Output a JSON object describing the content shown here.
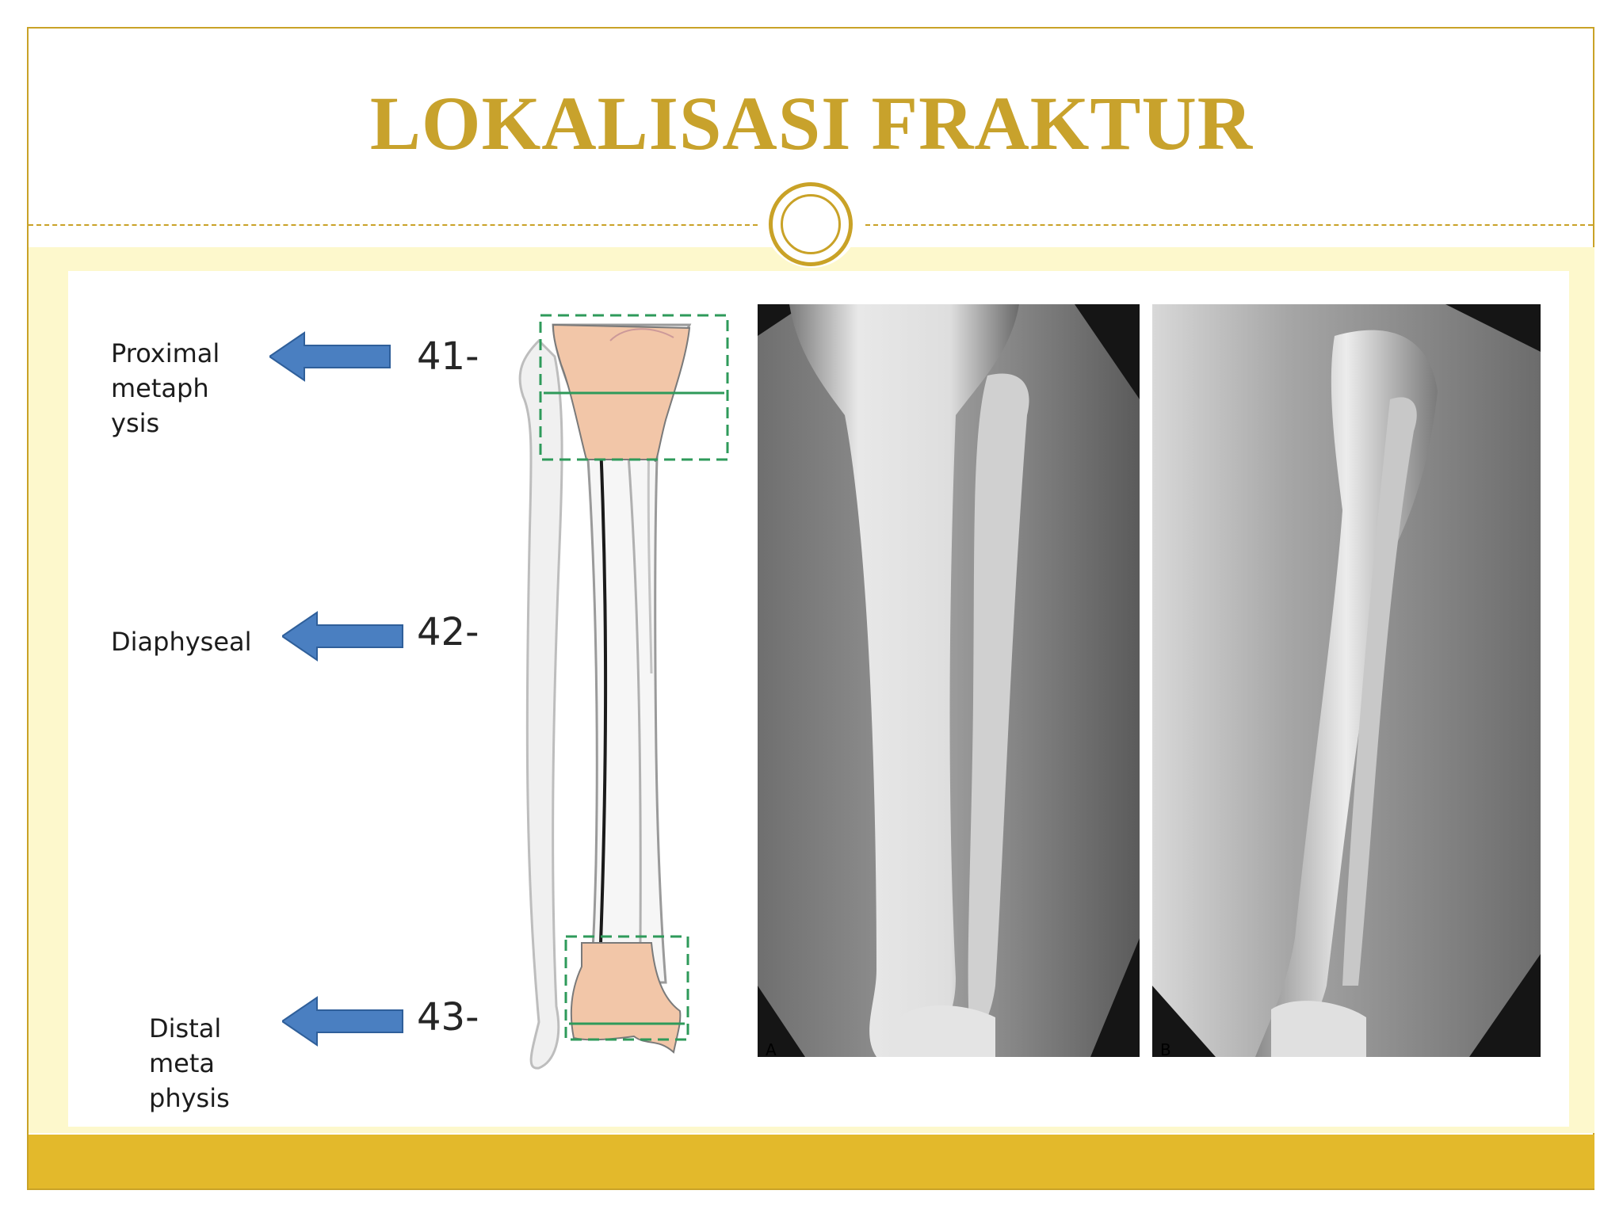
{
  "slide": {
    "title": "LOKALISASI FRAKTUR",
    "colors": {
      "accent": "#c9a227",
      "title": "#c8a22c",
      "cream": "#fdf8cc",
      "bar": "#e3b92b",
      "arrow": "#4a7fc1",
      "bone_highlight": "#f2c6a8",
      "box_dash": "#2e9a5a"
    }
  },
  "diagram": {
    "segments": [
      {
        "code": "41-",
        "label_lines": [
          "Proximal",
          "metaph",
          "ysis"
        ]
      },
      {
        "code": "42-",
        "label_lines": [
          "Diaphyseal"
        ]
      },
      {
        "code": "43-",
        "label_lines": [
          "Distal",
          "meta",
          "physis"
        ]
      }
    ]
  },
  "xrays": [
    {
      "view": "A"
    },
    {
      "view": "B"
    }
  ]
}
